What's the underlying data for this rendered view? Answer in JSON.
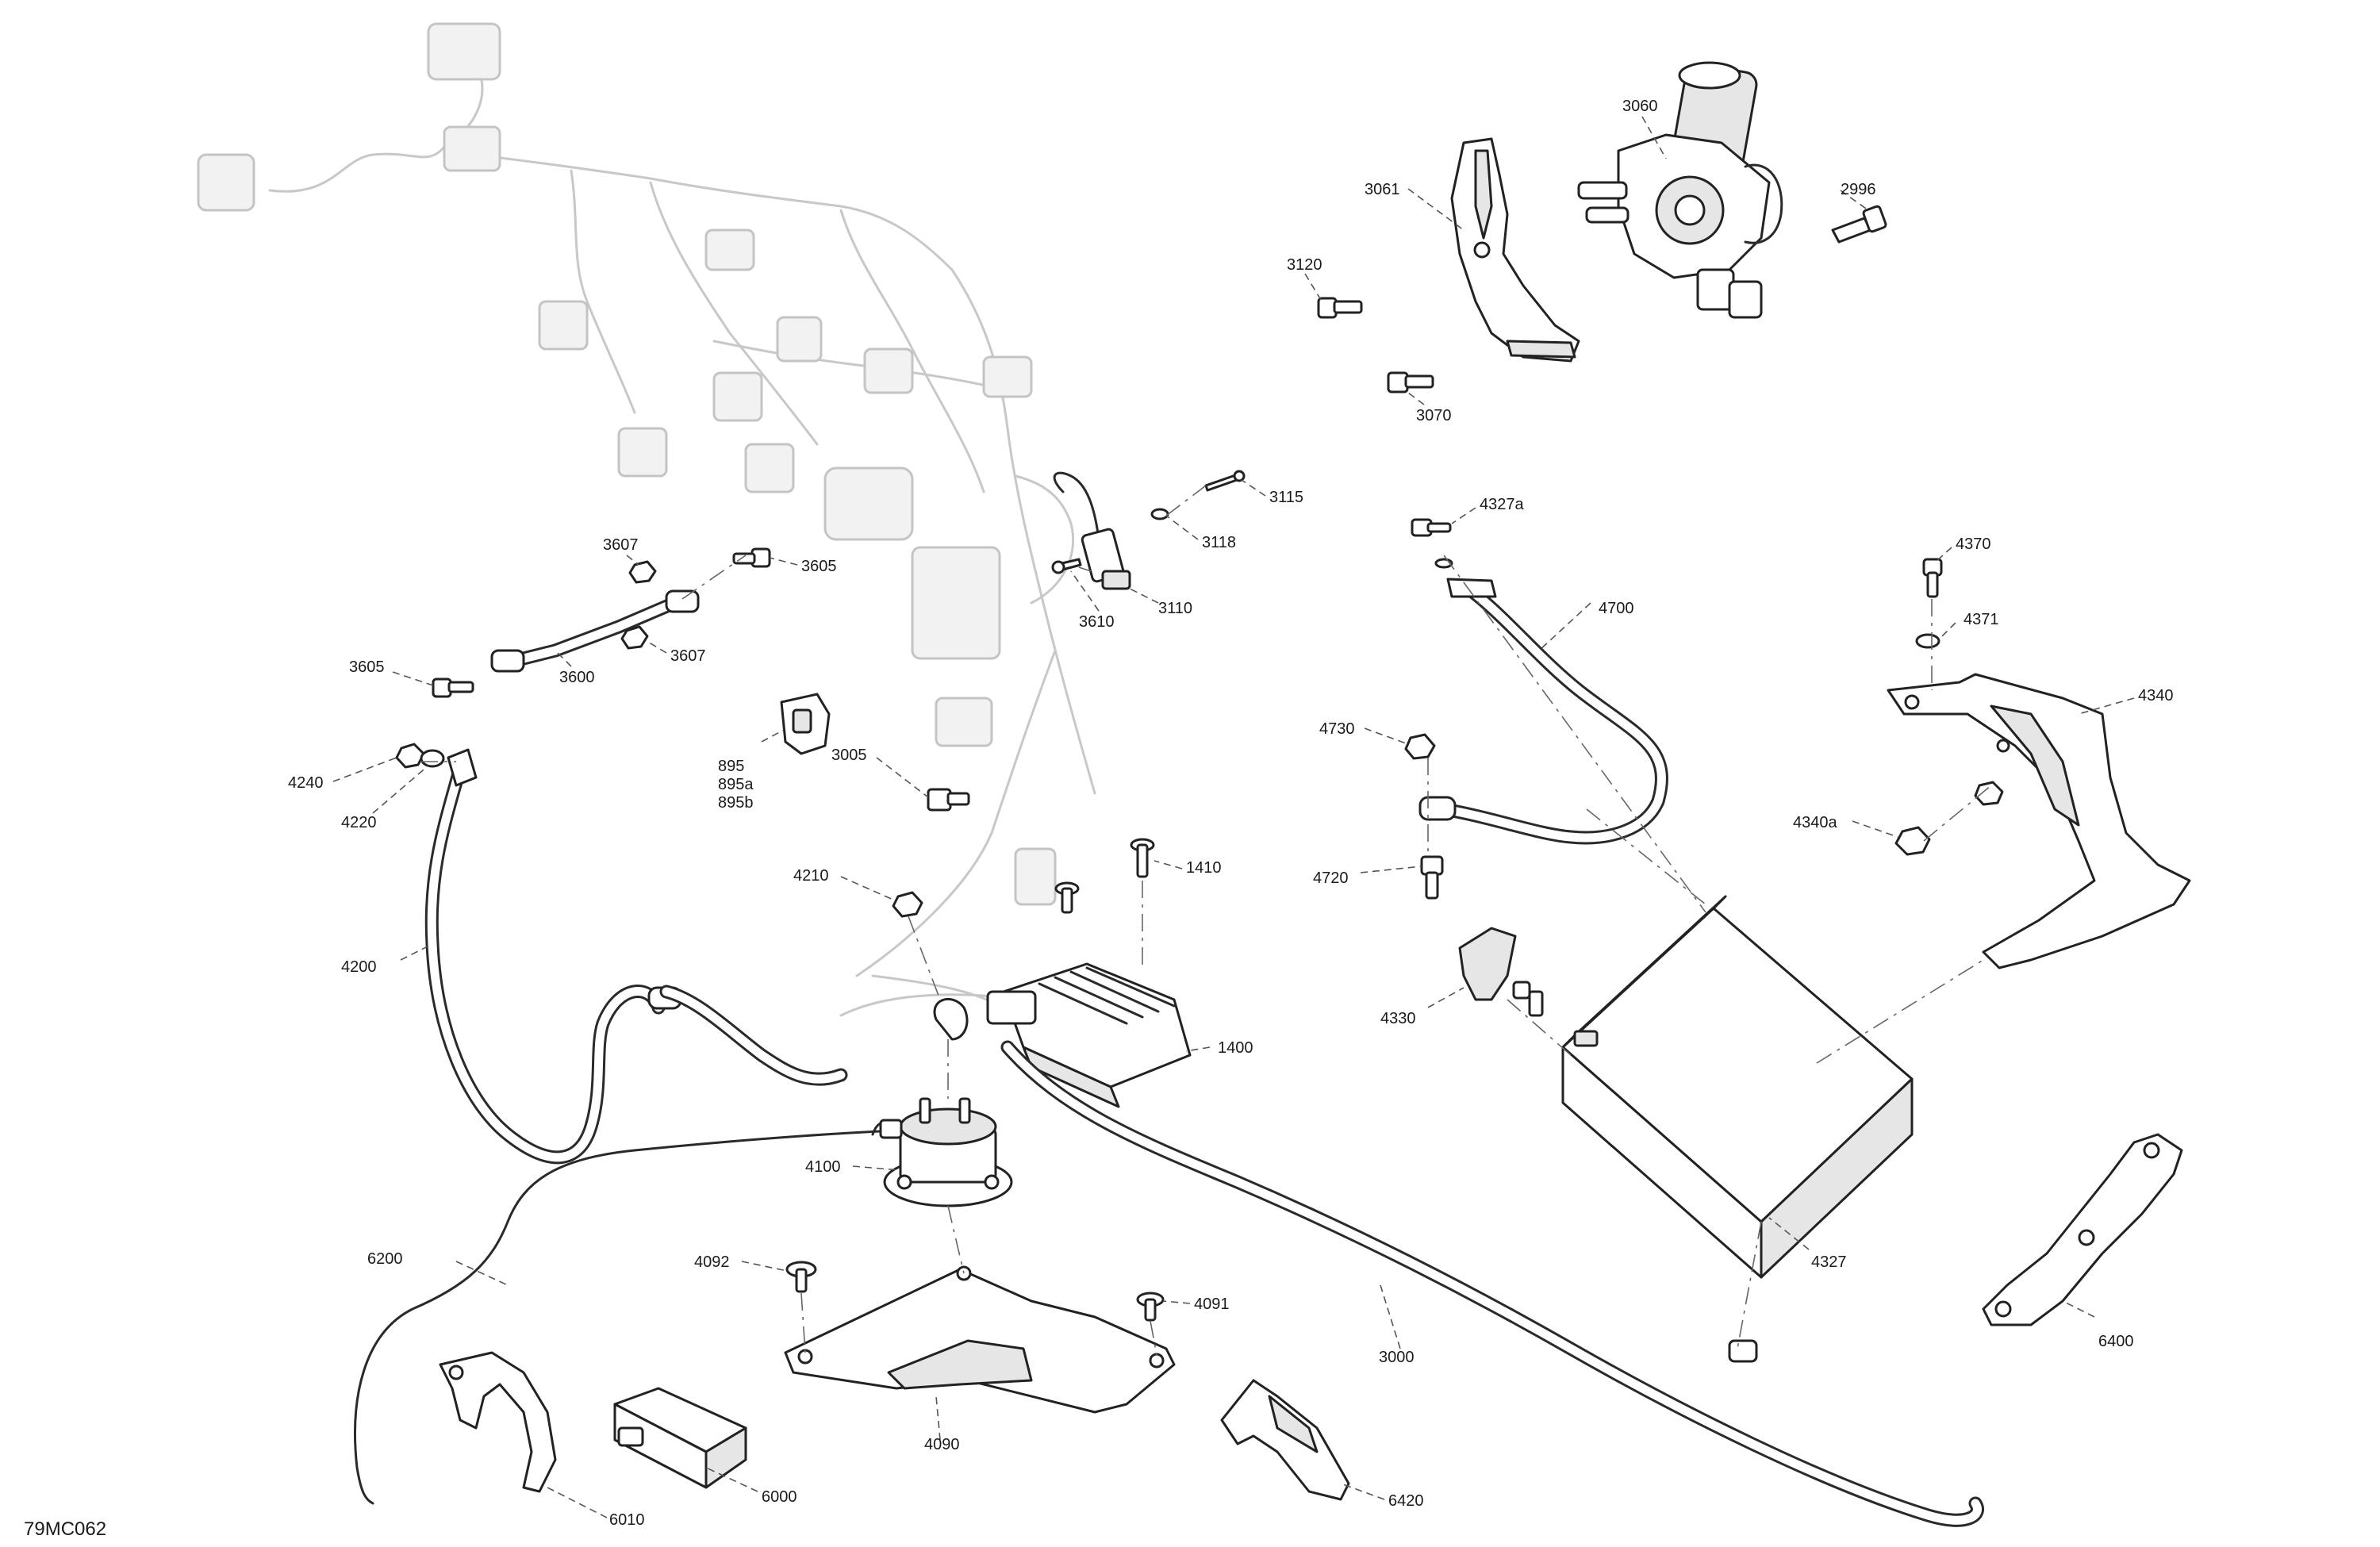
{
  "drawing": {
    "reference_code": "79MC062"
  },
  "callouts": [
    {
      "id": "c3060",
      "label": "3060"
    },
    {
      "id": "c2996",
      "label": "2996"
    },
    {
      "id": "c3061",
      "label": "3061"
    },
    {
      "id": "c3120",
      "label": "3120"
    },
    {
      "id": "c3070",
      "label": "3070"
    },
    {
      "id": "c3115",
      "label": "3115"
    },
    {
      "id": "c3118",
      "label": "3118"
    },
    {
      "id": "c3110",
      "label": "3110"
    },
    {
      "id": "c3610",
      "label": "3610"
    },
    {
      "id": "c3607a",
      "label": "3607"
    },
    {
      "id": "c3605a",
      "label": "3605"
    },
    {
      "id": "c3605b",
      "label": "3605"
    },
    {
      "id": "c3600",
      "label": "3600"
    },
    {
      "id": "c3607b",
      "label": "3607"
    },
    {
      "id": "c4327a",
      "label": "4327a"
    },
    {
      "id": "c4700",
      "label": "4700"
    },
    {
      "id": "c4370",
      "label": "4370"
    },
    {
      "id": "c4371",
      "label": "4371"
    },
    {
      "id": "c4340",
      "label": "4340"
    },
    {
      "id": "c4730",
      "label": "4730"
    },
    {
      "id": "c4340a",
      "label": "4340a"
    },
    {
      "id": "c4720",
      "label": "4720"
    },
    {
      "id": "c4330",
      "label": "4330"
    },
    {
      "id": "c4327",
      "label": "4327"
    },
    {
      "id": "c6400",
      "label": "6400"
    },
    {
      "id": "c4240",
      "label": "4240"
    },
    {
      "id": "c4220",
      "label": "4220"
    },
    {
      "id": "c895",
      "label": "895"
    },
    {
      "id": "c895a",
      "label": "895a"
    },
    {
      "id": "c895b",
      "label": "895b"
    },
    {
      "id": "c3005",
      "label": "3005"
    },
    {
      "id": "c4200",
      "label": "4200"
    },
    {
      "id": "c4210",
      "label": "4210"
    },
    {
      "id": "c1410",
      "label": "1410"
    },
    {
      "id": "c1400",
      "label": "1400"
    },
    {
      "id": "c4100",
      "label": "4100"
    },
    {
      "id": "c6200",
      "label": "6200"
    },
    {
      "id": "c4092",
      "label": "4092"
    },
    {
      "id": "c4091",
      "label": "4091"
    },
    {
      "id": "c3000",
      "label": "3000"
    },
    {
      "id": "c4090",
      "label": "4090"
    },
    {
      "id": "c6000",
      "label": "6000"
    },
    {
      "id": "c6010",
      "label": "6010"
    },
    {
      "id": "c6420",
      "label": "6420"
    }
  ]
}
